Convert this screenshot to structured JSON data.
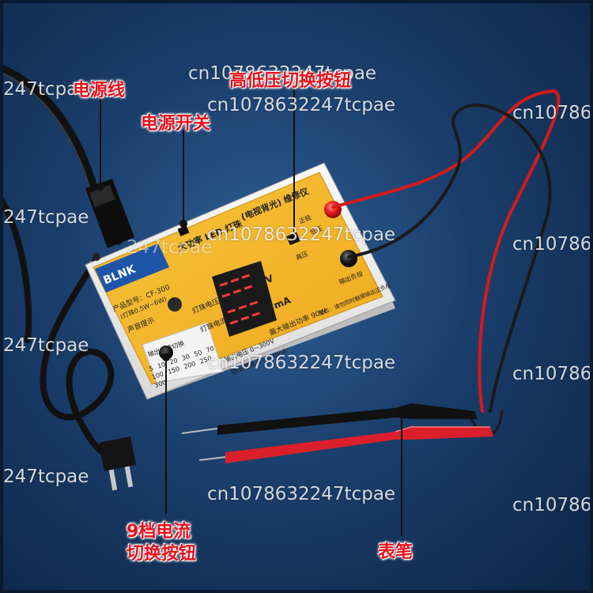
{
  "callouts": {
    "power_cord": "电源线",
    "power_switch": "电源开关",
    "hi_lo_switch": "高低压切换按钮",
    "current_button_line1": "9档电流",
    "current_button_line2": "切换按钮",
    "probes": "表笔"
  },
  "watermarks": {
    "short": "247tcpae",
    "long": "cn1078632247tcpae",
    "edge": "cn10786"
  },
  "device": {
    "brand": "BLNK",
    "product_line1": "大功率 LED 灯珠",
    "product_line2": "(电视背光) 维修仪",
    "model": "产品型号：CF-300",
    "bead_note": "(灯珠0.5W~6W)",
    "sound_label": "声音提示",
    "bead_voltage_label": "灯珠电压",
    "bead_current_label": "灯珠电流",
    "unit_v": "V",
    "unit_ma": "mA",
    "max_power": "最大输出功率 90W",
    "output_voltage": "输出电压 0~300V",
    "output_current": "输出电流 0~300mA",
    "current_switch_title": "输出电流切换",
    "current_steps": [
      "5",
      "10",
      "20",
      "30",
      "50",
      "70",
      "100",
      "150",
      "200",
      "250",
      "300"
    ],
    "high_voltage": "高压",
    "low_voltage": "低压",
    "positive": "正极",
    "output_negative": "输出负极",
    "warning": "警告：请勿同时触摸输出正负极"
  }
}
